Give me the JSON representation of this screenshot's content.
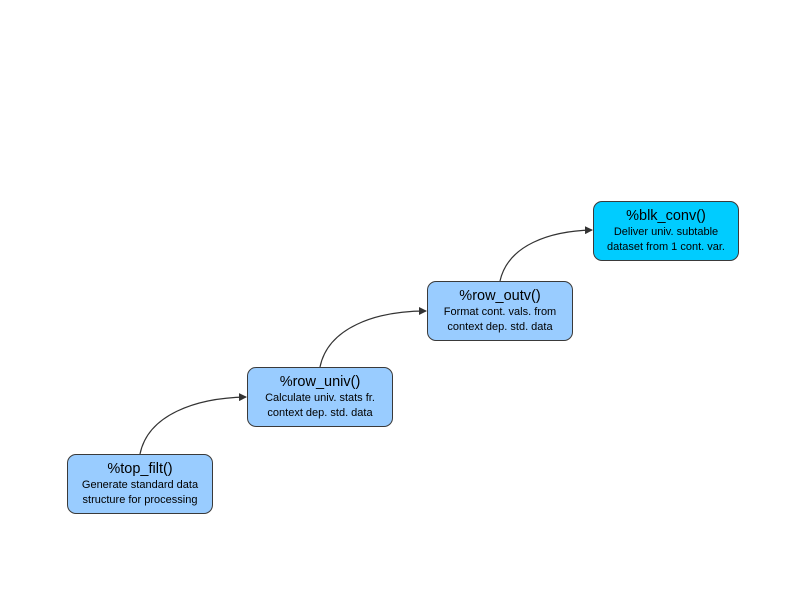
{
  "colors": {
    "node_fill": "#99ccff",
    "final_node_fill": "#00ccff",
    "connector": "#333333"
  },
  "nodes": [
    {
      "id": "top_filt",
      "title": "%top_filt()",
      "desc_line1": "Generate standard data",
      "desc_line2": "structure for processing"
    },
    {
      "id": "row_univ",
      "title": "%row_univ()",
      "desc_line1": "Calculate univ. stats fr.",
      "desc_line2": "context dep. std. data"
    },
    {
      "id": "row_outv",
      "title": "%row_outv()",
      "desc_line1": "Format cont. vals. from",
      "desc_line2": "context dep. std. data"
    },
    {
      "id": "blk_conv",
      "title": "%blk_conv()",
      "desc_line1": "Deliver univ. subtable",
      "desc_line2": "dataset from 1 cont. var."
    }
  ],
  "edges": [
    {
      "from": "top_filt",
      "to": "row_univ"
    },
    {
      "from": "row_univ",
      "to": "row_outv"
    },
    {
      "from": "row_outv",
      "to": "blk_conv"
    }
  ]
}
